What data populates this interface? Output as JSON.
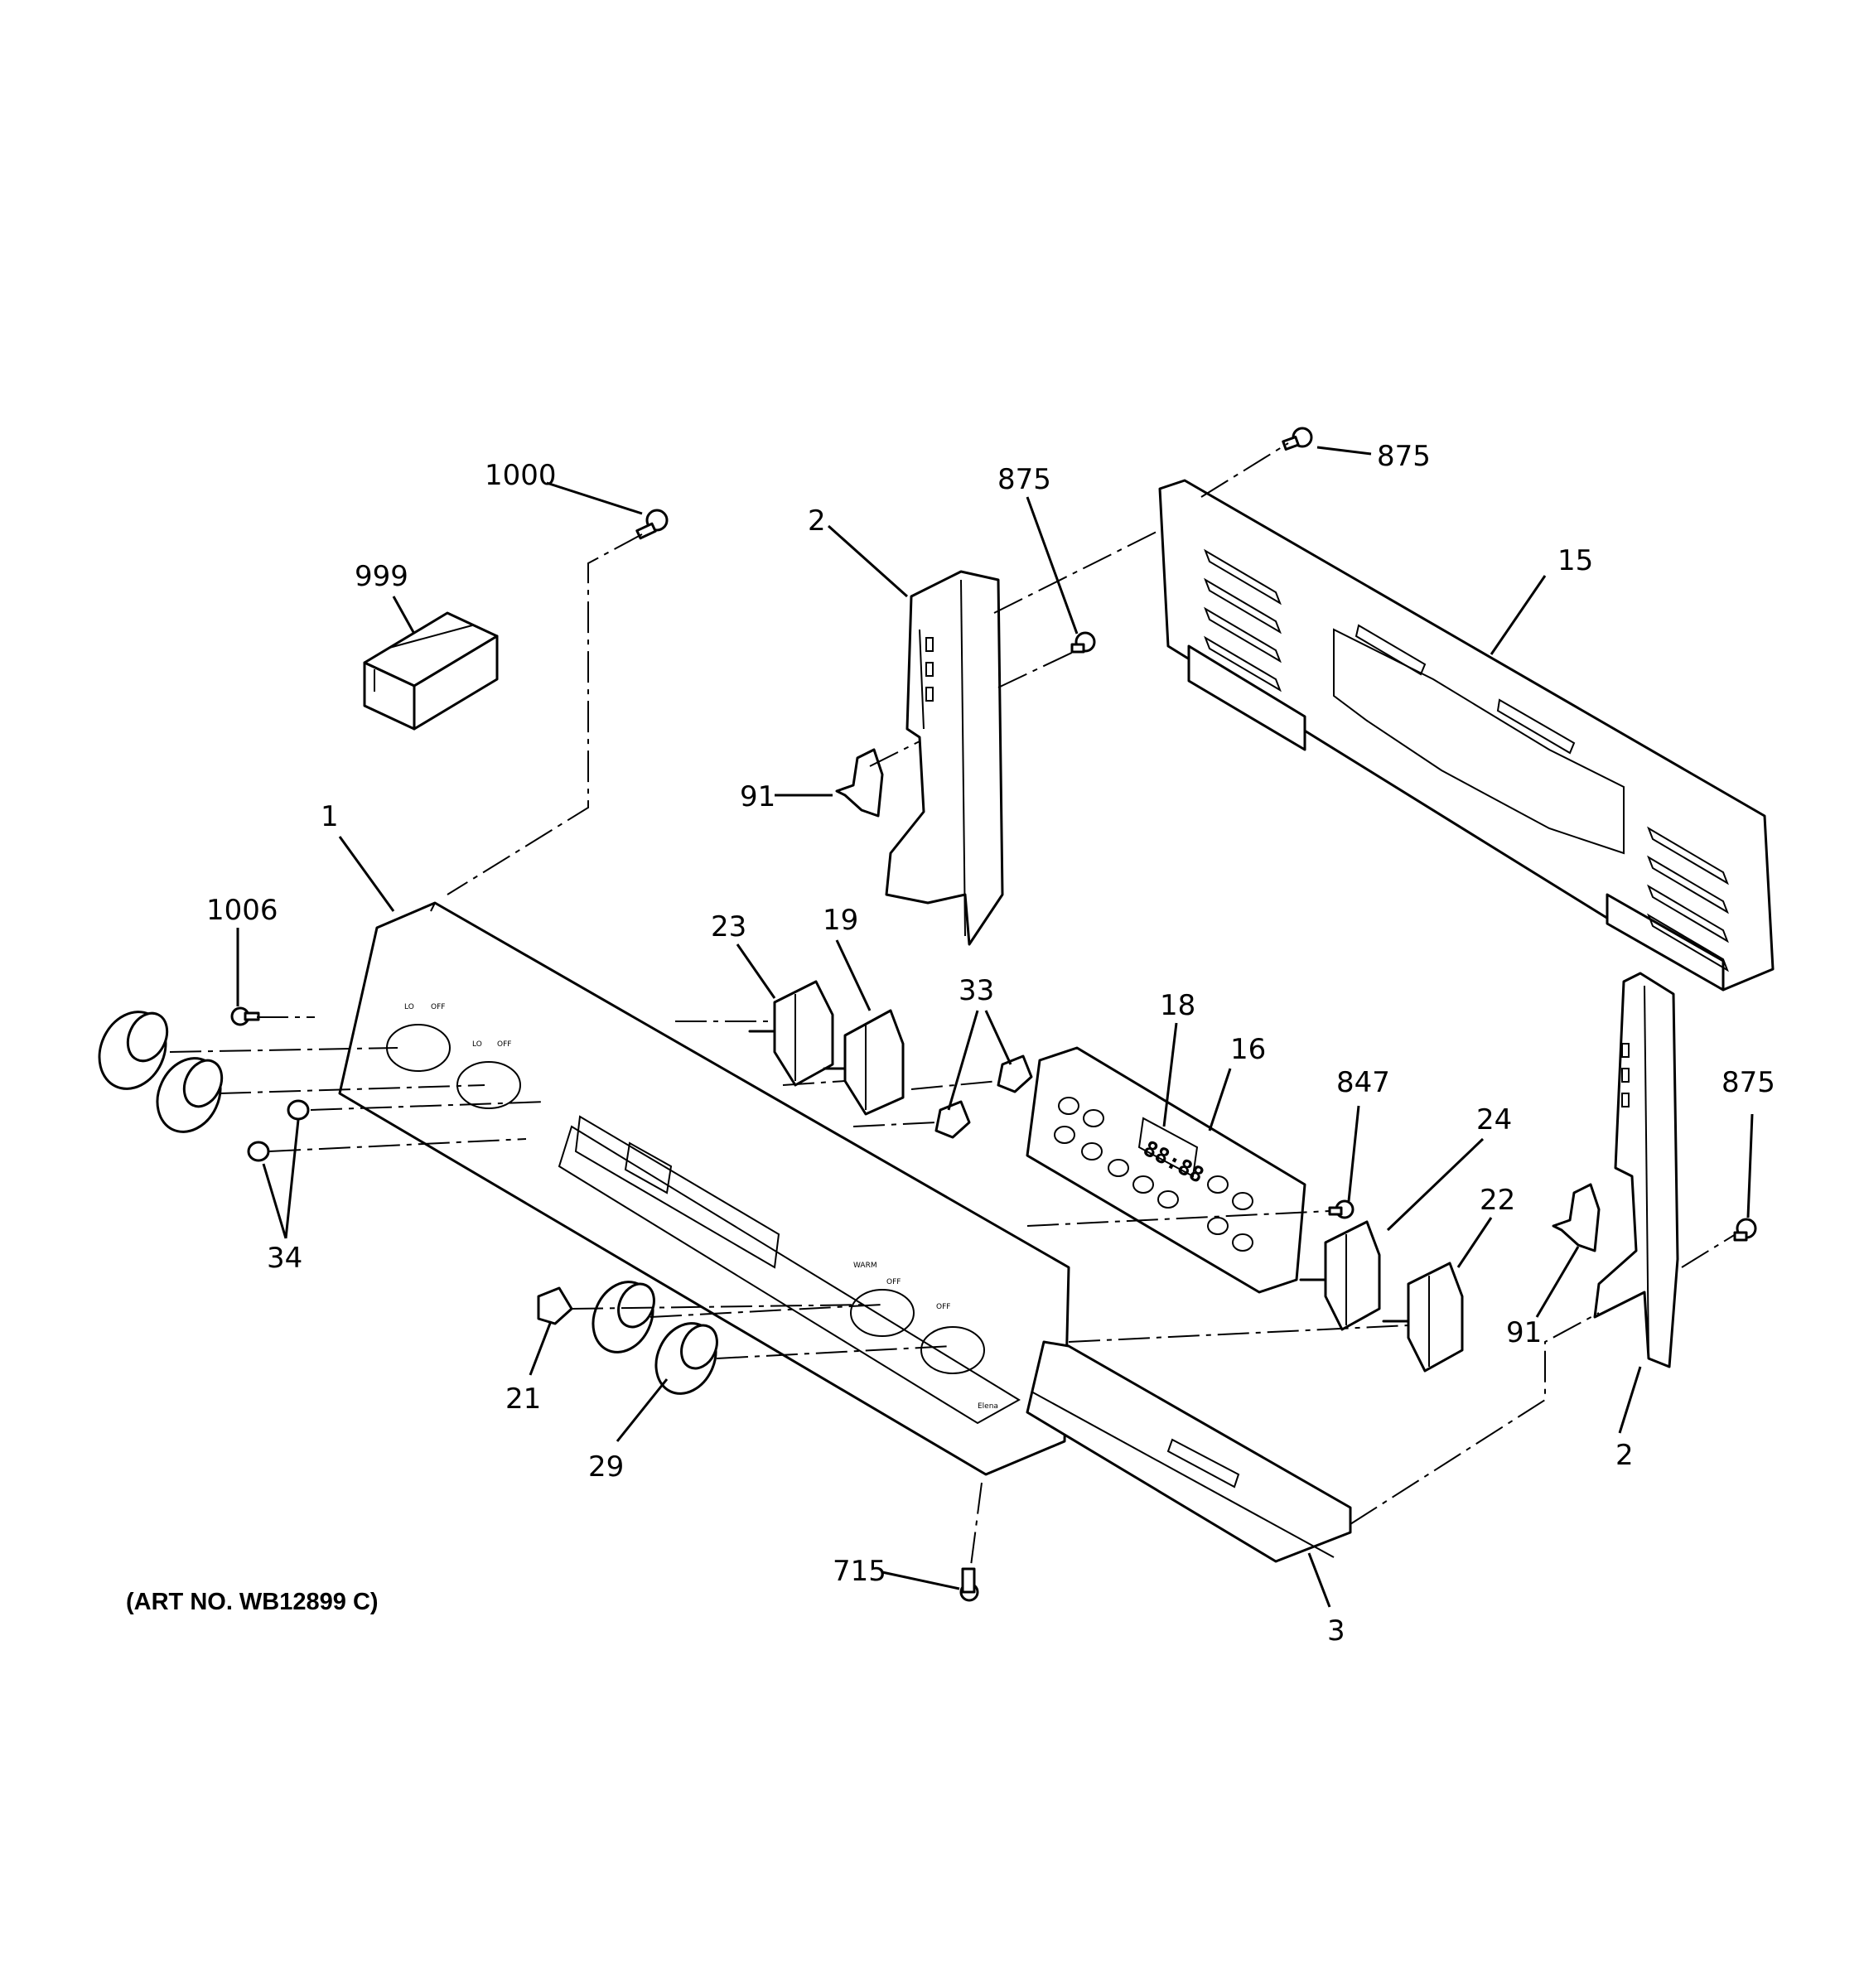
{
  "diagram": {
    "art_number": "(ART NO. WB12899 C)",
    "callouts": [
      {
        "id": "c-1000",
        "text": "1000"
      },
      {
        "id": "c-999",
        "text": "999"
      },
      {
        "id": "c-2-left",
        "text": "2"
      },
      {
        "id": "c-875-top-mid",
        "text": "875"
      },
      {
        "id": "c-875-top-right",
        "text": "875"
      },
      {
        "id": "c-15",
        "text": "15"
      },
      {
        "id": "c-91-left",
        "text": "91"
      },
      {
        "id": "c-1",
        "text": "1"
      },
      {
        "id": "c-1006",
        "text": "1006"
      },
      {
        "id": "c-23",
        "text": "23"
      },
      {
        "id": "c-19",
        "text": "19"
      },
      {
        "id": "c-33",
        "text": "33"
      },
      {
        "id": "c-18",
        "text": "18"
      },
      {
        "id": "c-16",
        "text": "16"
      },
      {
        "id": "c-847",
        "text": "847"
      },
      {
        "id": "c-875-right",
        "text": "875"
      },
      {
        "id": "c-24",
        "text": "24"
      },
      {
        "id": "c-22",
        "text": "22"
      },
      {
        "id": "c-34",
        "text": "34"
      },
      {
        "id": "c-91-right",
        "text": "91"
      },
      {
        "id": "c-21",
        "text": "21"
      },
      {
        "id": "c-29",
        "text": "29"
      },
      {
        "id": "c-2-right",
        "text": "2"
      },
      {
        "id": "c-715",
        "text": "715"
      },
      {
        "id": "c-3",
        "text": "3"
      }
    ],
    "display_readout": "88:88"
  }
}
